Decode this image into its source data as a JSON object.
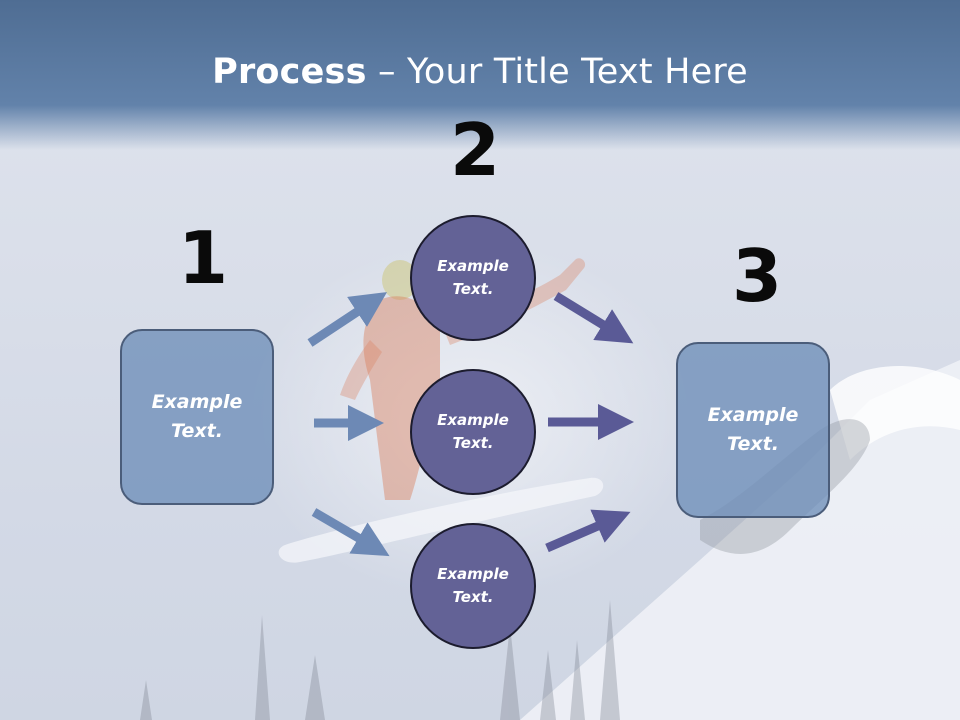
{
  "slide": {
    "title_bold": "Process",
    "title_rest": " – Your Title Text Here"
  },
  "steps": [
    {
      "number": "1",
      "label_line1": "Example",
      "label_line2": "Text."
    },
    {
      "number": "2",
      "label_line1": "Example",
      "label_line2": "Text."
    },
    {
      "number": "3",
      "label_line1": "Example",
      "label_line2": "Text."
    }
  ],
  "circles": [
    {
      "label_line1": "Example",
      "label_line2": "Text."
    },
    {
      "label_line1": "Example",
      "label_line2": "Text."
    },
    {
      "label_line1": "Example",
      "label_line2": "Text."
    }
  ],
  "colors": {
    "title_band": "#5a789f",
    "box_fill": "#6e8eb9",
    "circle_fill": "#636296",
    "arrow_in": "#6d89b5",
    "arrow_out": "#5a5a96"
  }
}
